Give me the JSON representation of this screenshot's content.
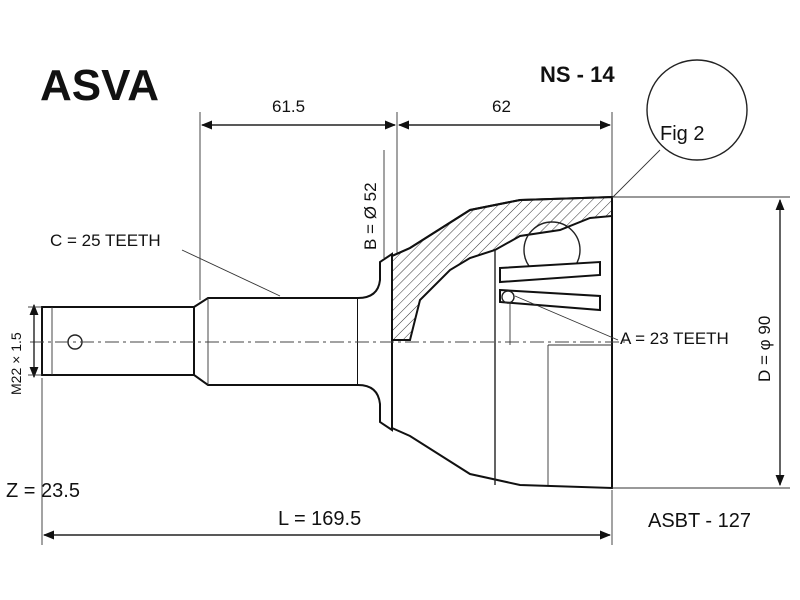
{
  "brand": "ASVA",
  "part_number": "NS - 14",
  "figure_label": "Fig 2",
  "dimensions": {
    "shaft_length": "61.5",
    "housing_length": "62",
    "thread": "M22 × 1.5",
    "boss_diameter": "B = Ø 52",
    "outer_splines": "C = 25 TEETH",
    "inner_splines": "A = 23 TEETH",
    "outer_diameter": "D = φ 90",
    "stub_length": "Z = 23.5",
    "total_length": "L = 169.5"
  },
  "reference_code": "ASBT - 127"
}
